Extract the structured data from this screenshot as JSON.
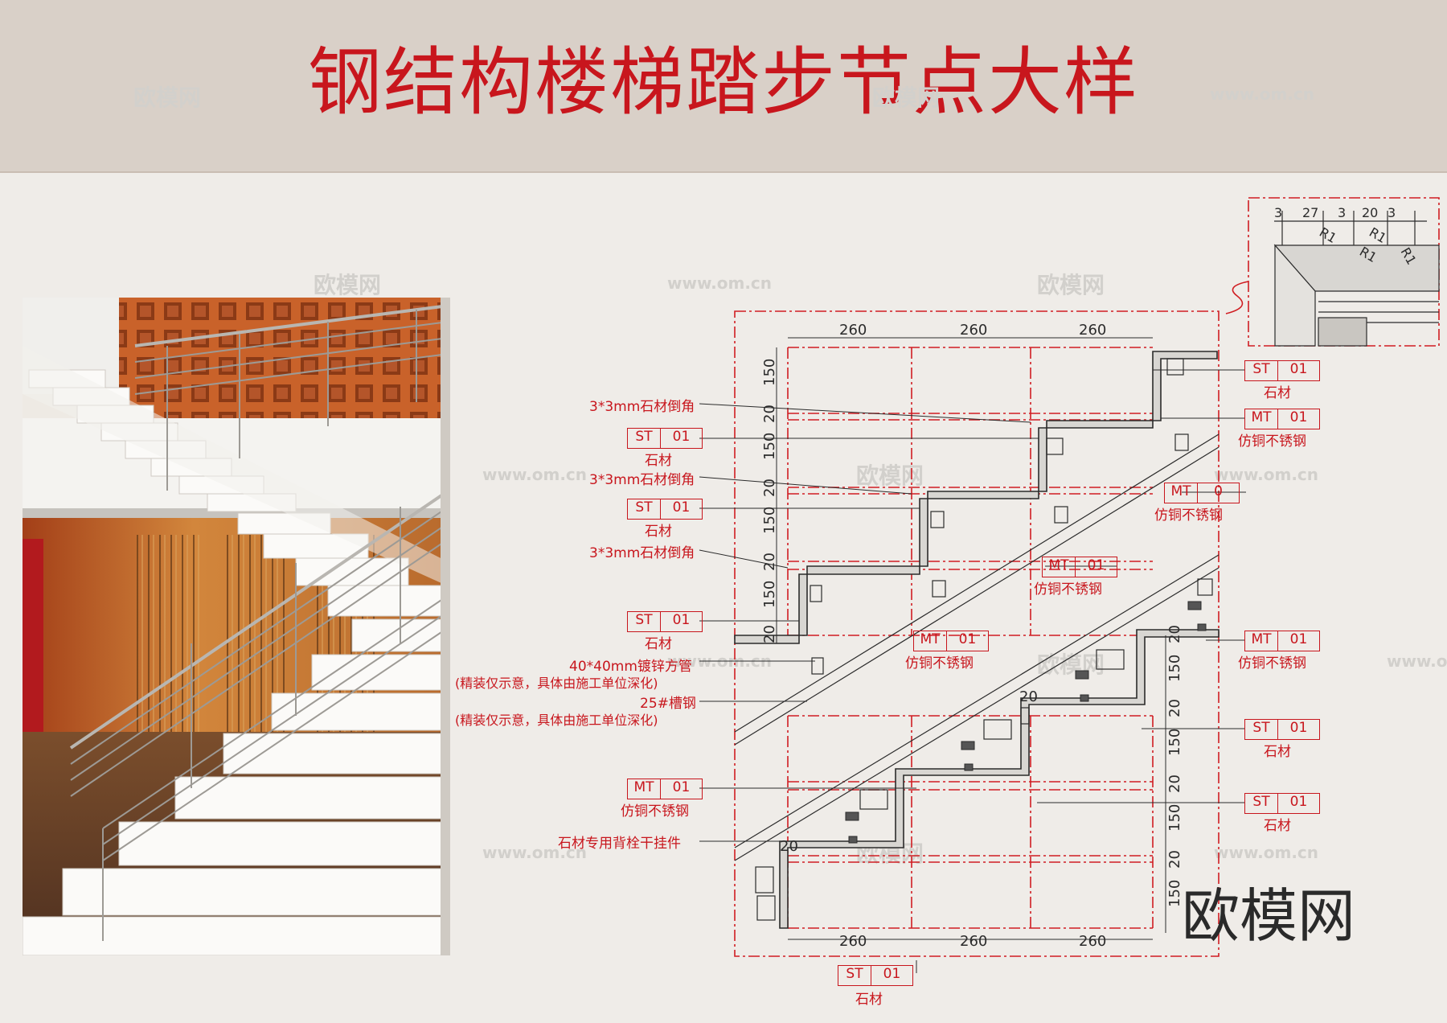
{
  "title": "钢结构楼梯踏步节点大样",
  "watermarks": {
    "brand": "欧模网",
    "url": "www.om.cn",
    "brand_small": "欧模网"
  },
  "detail_dims": [
    "3",
    "27",
    "3",
    "20",
    "3",
    "R1",
    "R1",
    "R1",
    "R1"
  ],
  "dims_top": [
    "260",
    "260",
    "260"
  ],
  "dims_bottom": [
    "260",
    "260",
    "260"
  ],
  "dims_left": [
    "150",
    "20",
    "150",
    "20",
    "150",
    "20",
    "150",
    "20"
  ],
  "dims_right": [
    "20",
    "150",
    "20",
    "150",
    "20",
    "150",
    "20",
    "150"
  ],
  "dim_step_20": "20",
  "left_notes": {
    "chamfer1": "3*3mm石材倒角",
    "chamfer2": "3*3mm石材倒角",
    "chamfer3": "3*3mm石材倒角",
    "pipe": "40*40mm镀锌方管",
    "pipe_note": "(精装仅示意，具体由施工单位深化)",
    "channel": "25#槽钢",
    "channel_note": "(精装仅示意，具体由施工单位深化)",
    "anchor": "石材专用背栓干挂件"
  },
  "tags": {
    "st_code": "ST",
    "st_num": "01",
    "st_name": "石材",
    "mt_code": "MT",
    "mt_num": "01",
    "mt_num_alt": "0",
    "mt_name": "仿铜不锈钢"
  },
  "brand_text": "欧模网",
  "colors": {
    "title": "#c8161d",
    "annotation": "#c8161d",
    "line": "#2b2b2b",
    "header_bg": "#d9d0c8",
    "page_bg": "#efece8"
  }
}
